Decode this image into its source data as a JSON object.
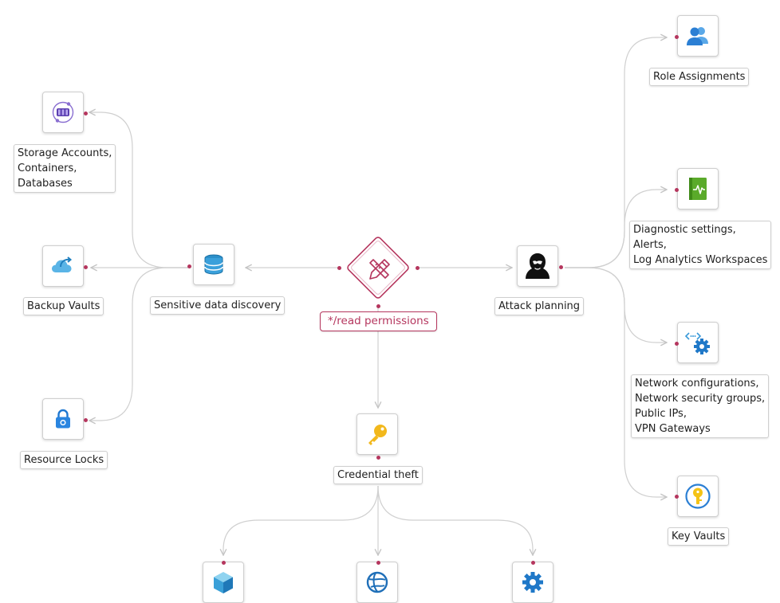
{
  "center": {
    "label": "*/read permissions"
  },
  "nodes": {
    "sensitive": {
      "label": [
        "Sensitive data discovery"
      ]
    },
    "storage": {
      "label": [
        "Storage Accounts,",
        "Containers,",
        "Databases"
      ]
    },
    "backup": {
      "label": [
        "Backup Vaults"
      ]
    },
    "locks": {
      "label": [
        "Resource Locks"
      ]
    },
    "attack": {
      "label": [
        "Attack planning"
      ]
    },
    "roles": {
      "label": [
        "Role Assignments"
      ]
    },
    "diagnostic": {
      "label": [
        "Diagnostic settings,",
        "Alerts,",
        "Log Analytics Workspaces"
      ]
    },
    "network": {
      "label": [
        "Network configurations,",
        "Network security groups,",
        "Public IPs,",
        "VPN Gateways"
      ]
    },
    "keyvaults": {
      "label": [
        "Key Vaults"
      ]
    },
    "credential": {
      "label": [
        "Credential theft"
      ]
    }
  },
  "colors": {
    "accent": "#b5365e",
    "edge": "#c9c9c9"
  },
  "icons": {
    "center": "pencil-ruler-icon",
    "sensitive": "database-icon",
    "storage": "storage-hub-icon",
    "backup": "cloud-backup-icon",
    "locks": "lock-icon",
    "attack": "hacker-icon",
    "roles": "users-icon",
    "diagnostic": "activity-log-icon",
    "network": "network-settings-icon",
    "keyvaults": "key-vault-icon",
    "credential": "key-icon",
    "bottom_left": "cube-icon",
    "bottom_mid": "globe-network-icon",
    "bottom_right": "gear-automation-icon"
  }
}
